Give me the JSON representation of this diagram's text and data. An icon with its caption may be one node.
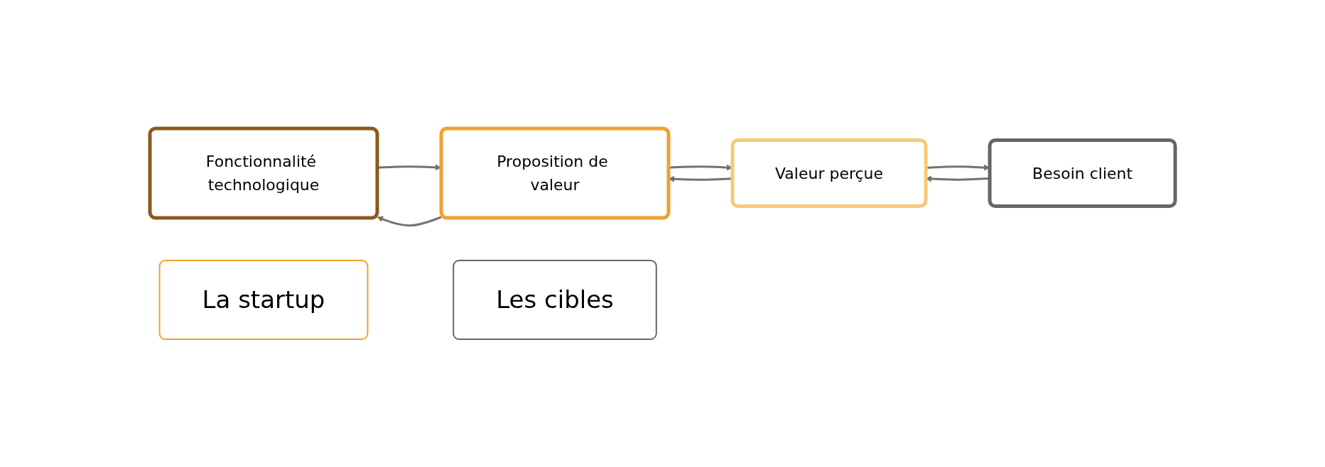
{
  "diagram": {
    "nodes": [
      {
        "text": [
          "Fonctionnalité technologique"
        ]
      },
      {
        "text": [
          "Proposition de valeur"
        ]
      },
      {
        "text": [
          "Valeur perçue"
        ]
      },
      {
        "text": [
          "Besoin client"
        ]
      },
      {
        "text": [
          "La startup"
        ]
      },
      {
        "text": [
          "Les cibles"
        ]
      }
    ],
    "edges": [
      {
        "from": 0,
        "to": 1,
        "arrow": "to"
      },
      {
        "from": 1,
        "to": 0,
        "arrow": "to"
      },
      {
        "from": 1,
        "to": 2,
        "arrow": "to"
      },
      {
        "from": 2,
        "to": 1,
        "arrow": "to"
      },
      {
        "from": 2,
        "to": 3,
        "arrow": "to"
      },
      {
        "from": 3,
        "to": 2,
        "arrow": "to"
      }
    ]
  }
}
